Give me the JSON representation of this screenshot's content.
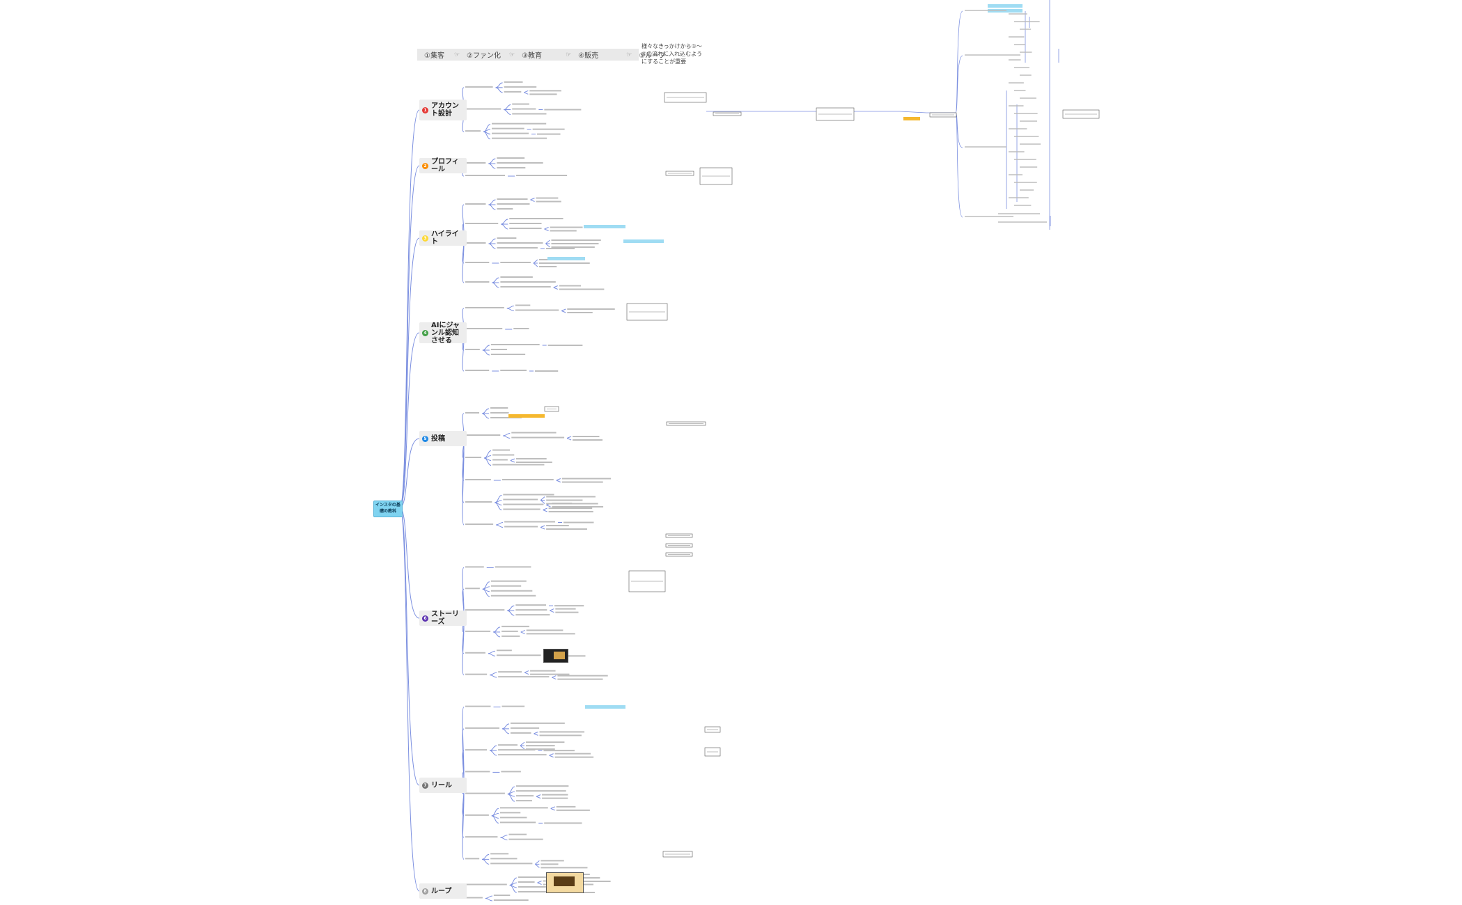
{
  "flow": {
    "steps": [
      {
        "label": "①集客",
        "arrow": "☞"
      },
      {
        "label": "②ファン化",
        "arrow": "☞"
      },
      {
        "label": "③教育",
        "arrow": "☞"
      },
      {
        "label": "④販売",
        "arrow": "☞"
      },
      {
        "label": "⑤ループ",
        "arrow": "☞"
      }
    ],
    "note": "様々なきっかけから①～⑤の流れに入れ込むようにすることが重要"
  },
  "root": {
    "label": "インスタの基礎の教科"
  },
  "branches": [
    {
      "num": "1",
      "label": "アカウント設計",
      "color": "#e53935"
    },
    {
      "num": "2",
      "label": "プロフィール",
      "color": "#fb8c00"
    },
    {
      "num": "3",
      "label": "ハイライト",
      "color": "#fdd835"
    },
    {
      "num": "4",
      "label": "AIにジャンル認知させる",
      "color": "#43a047"
    },
    {
      "num": "5",
      "label": "投稿",
      "color": "#1e88e5"
    },
    {
      "num": "6",
      "label": "ストーリーズ",
      "color": "#5e35b1"
    },
    {
      "num": "7",
      "label": "リール",
      "color": "#757575"
    },
    {
      "num": "8",
      "label": "ループ",
      "color": "#9e9e9e"
    }
  ],
  "colors": {
    "line": "#7b8fe0",
    "highlight_blue": "#9fdcf3",
    "highlight_yellow": "#f5b82e",
    "node_text": "#9a9a9a"
  }
}
